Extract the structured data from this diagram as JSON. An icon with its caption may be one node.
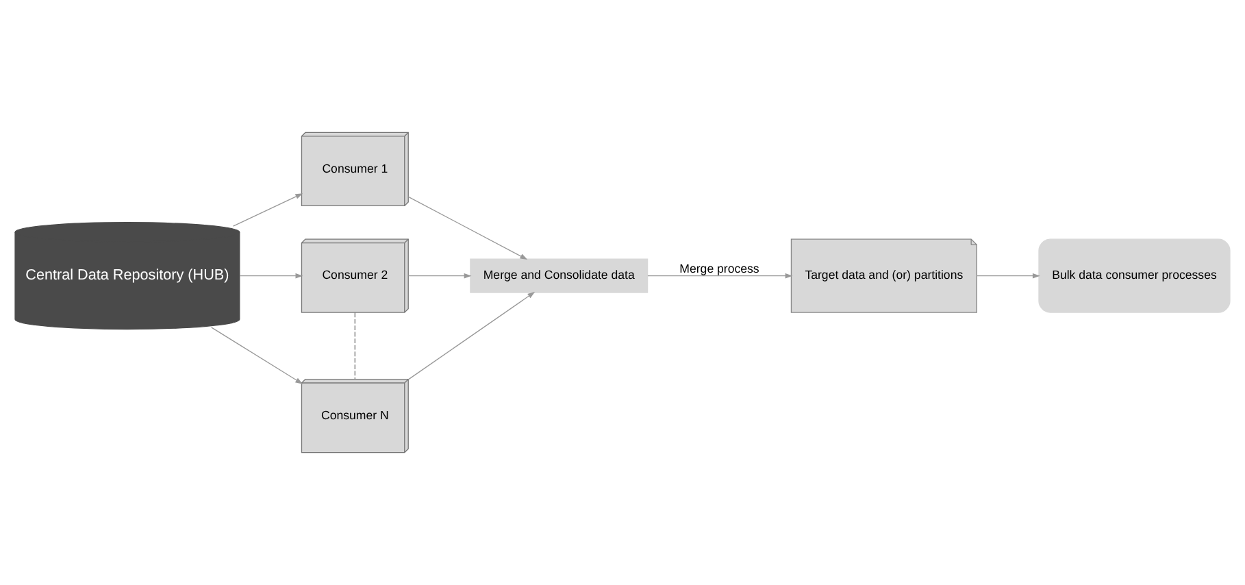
{
  "diagram": {
    "nodes": [
      {
        "text": [
          "Central Data Repository (HUB)"
        ]
      },
      {
        "text": [
          "Consumer 1"
        ]
      },
      {
        "text": [
          "Consumer 2"
        ]
      },
      {
        "text": [
          "Consumer N"
        ]
      },
      {
        "text": [
          "Merge and Consolidate data"
        ]
      },
      {
        "text": [
          "Target data and (or) partitions"
        ]
      },
      {
        "text": [
          "Bulk data consumer processes"
        ]
      }
    ],
    "edges": [
      {
        "from": 0,
        "to": 1,
        "arrow": "to"
      },
      {
        "from": 0,
        "to": 2,
        "arrow": "to"
      },
      {
        "from": 0,
        "to": 3,
        "arrow": "to"
      },
      {
        "from": 1,
        "to": 4,
        "arrow": "to"
      },
      {
        "from": 2,
        "to": 4,
        "arrow": "to"
      },
      {
        "from": 3,
        "to": 4,
        "arrow": "to"
      },
      {
        "from": 2,
        "to": 3,
        "arrow": "none",
        "style": "dashed"
      },
      {
        "from": 4,
        "to": 5,
        "arrow": "to",
        "label": "Merge process"
      },
      {
        "from": 5,
        "to": 6,
        "arrow": "to"
      }
    ]
  }
}
